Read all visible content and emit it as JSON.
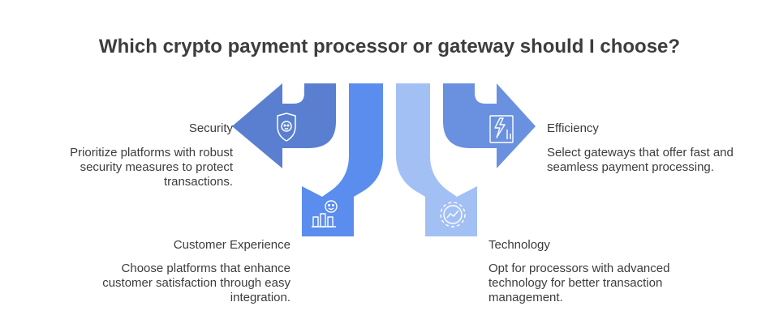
{
  "title": "Which crypto payment processor or gateway should I choose?",
  "colors": {
    "dark_blue": "#5a7fd0",
    "mid_blue": "#5b8def",
    "light_blue": "#a3c0f5",
    "light_blue_2": "#8fb0ef",
    "text": "#3c3c3c"
  },
  "items": [
    {
      "label": "Security",
      "description": "Prioritize platforms with robust security measures to protect transactions.",
      "icon": "shield-icon"
    },
    {
      "label": "Customer Experience",
      "description": "Choose platforms that enhance customer satisfaction through easy integration.",
      "icon": "happy-customer-icon"
    },
    {
      "label": "Technology",
      "description": "Opt for processors with advanced technology for better transaction management.",
      "icon": "gear-chart-icon"
    },
    {
      "label": "Efficiency",
      "description": "Select gateways that offer fast and seamless payment processing.",
      "icon": "lightning-chart-icon"
    }
  ]
}
